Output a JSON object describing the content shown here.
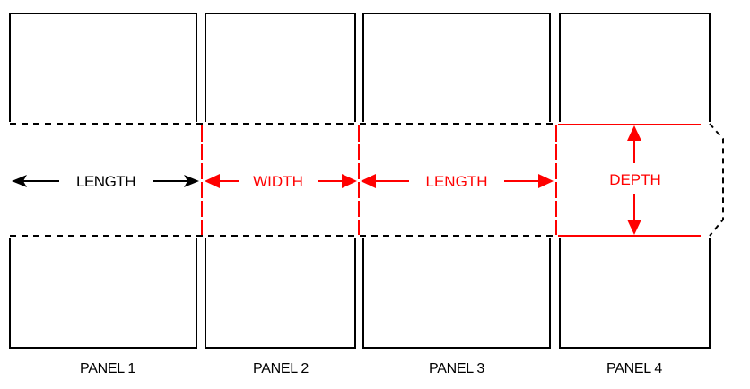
{
  "colors": {
    "outline": "#000000",
    "highlight": "#ff0000",
    "background": "#ffffff"
  },
  "dimensions": {
    "length_left": "LENGTH",
    "width": "WIDTH",
    "length_right": "LENGTH",
    "depth": "DEPTH"
  },
  "panels": [
    {
      "label": "PANEL 1"
    },
    {
      "label": "PANEL 2"
    },
    {
      "label": "PANEL 3"
    },
    {
      "label": "PANEL 4"
    }
  ]
}
